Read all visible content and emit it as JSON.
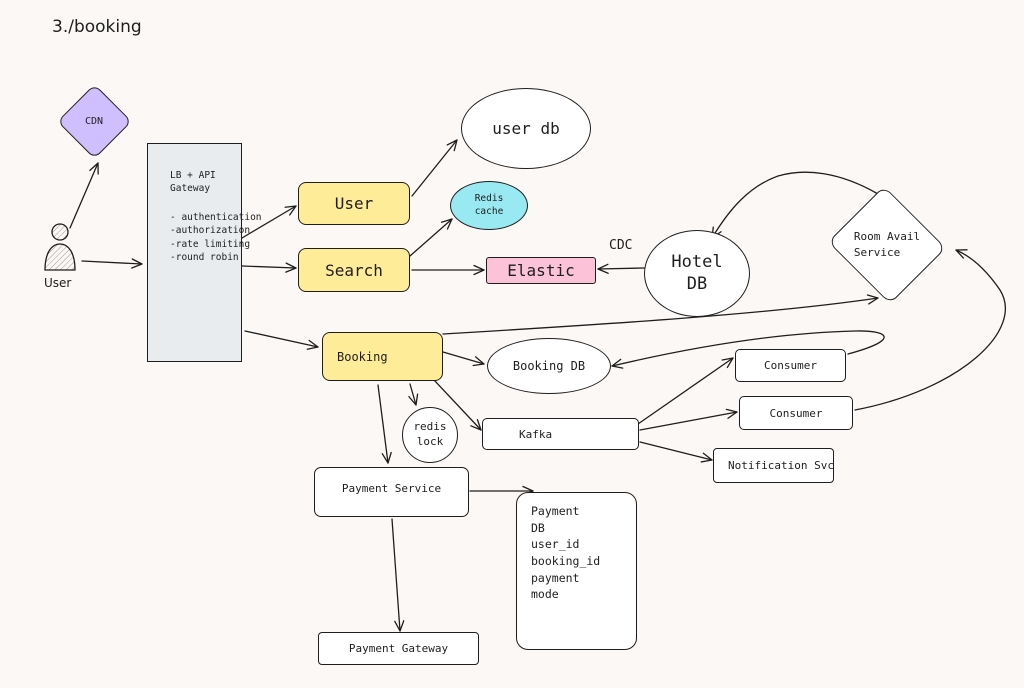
{
  "title": "3./booking",
  "colors": {
    "stroke": "#1e1e1e",
    "background": "#fcf8f5",
    "cdn": "#d0bfff",
    "yellow": "#ffec99",
    "pink": "#fcc2d7",
    "cyan": "#99e9f2",
    "gateway": "#e9ecef"
  },
  "nodes": {
    "cdn": "CDN",
    "user_actor": "User",
    "gateway_title": "LB + API\nGateway",
    "gateway_features": "- authentication\n-authorization\n-rate limiting\n-round robin",
    "user_service": "User",
    "user_db": "user db",
    "redis_cache": "Redis\ncache",
    "search": "Search",
    "elastic": "Elastic",
    "cdc": "CDC",
    "hotel_db": "Hotel\nDB",
    "room_avail": "Room Avail\nService",
    "booking": "Booking",
    "booking_db": "Booking DB",
    "consumer_1": "Consumer",
    "consumer_2": "Consumer",
    "redis_lock": "redis\nlock",
    "kafka": "Kafka",
    "notification": "Notification Svc",
    "payment_service": "Payment Service",
    "payment_db": "Payment\nDB\nuser_id\nbooking_id\npayment\nmode",
    "payment_gateway": "Payment Gateway"
  }
}
